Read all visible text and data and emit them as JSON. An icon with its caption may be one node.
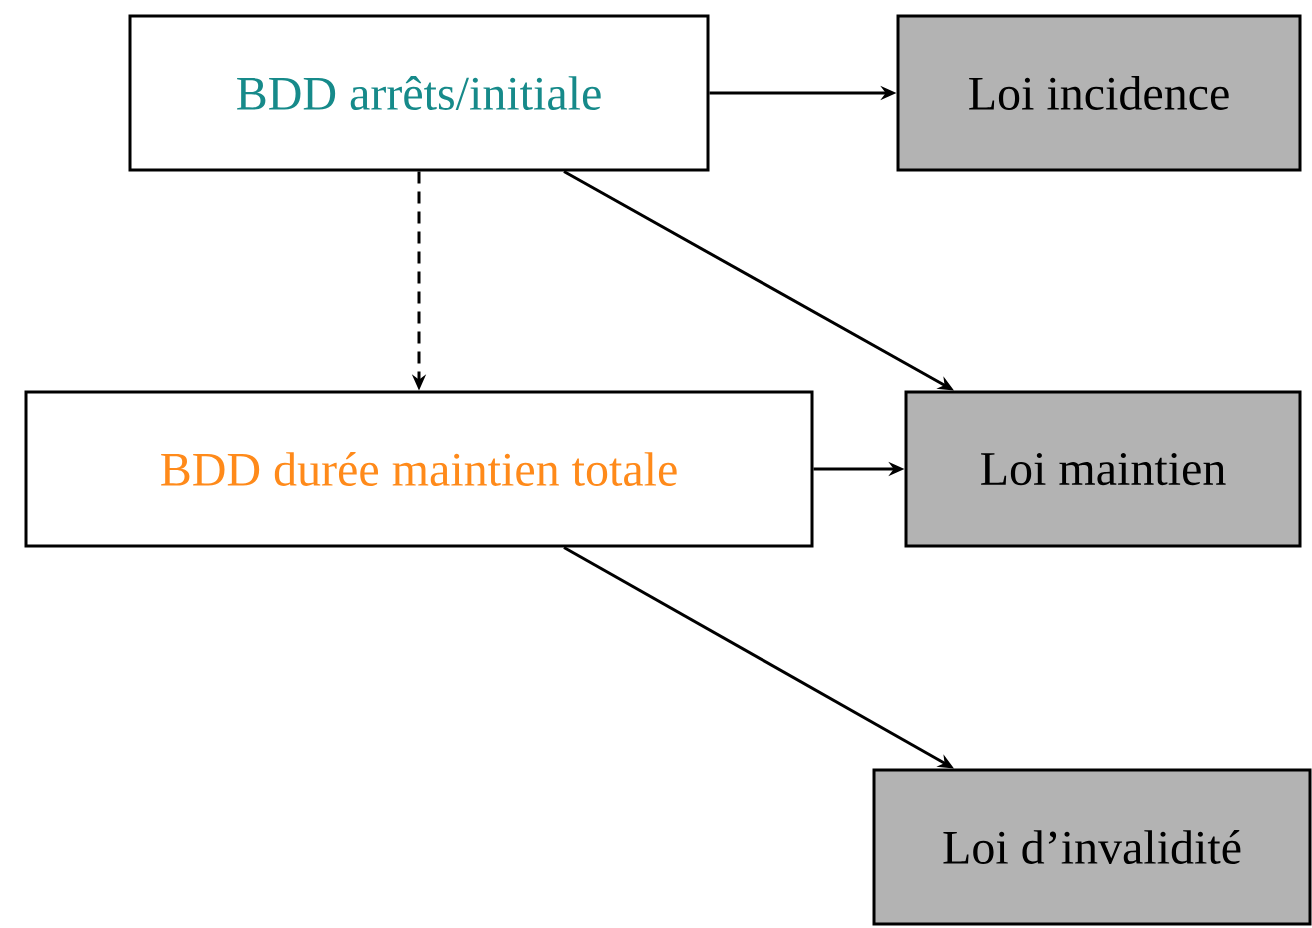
{
  "diagram": {
    "nodes": [
      {
        "text": [
          "BDD arrêts/initiale"
        ]
      },
      {
        "text": [
          "Loi incidence"
        ]
      },
      {
        "text": [
          "BDD durée maintien totale"
        ]
      },
      {
        "text": [
          "Loi maintien"
        ]
      },
      {
        "text": [
          "Loi d’invalidité"
        ]
      }
    ],
    "edges": [
      {
        "from": 0,
        "to": 1,
        "arrow": "to"
      },
      {
        "from": 0,
        "to": 2,
        "arrow": "to",
        "style": "dashed"
      },
      {
        "from": 0,
        "to": 3,
        "arrow": "to"
      },
      {
        "from": 2,
        "to": 3,
        "arrow": "to"
      },
      {
        "from": 2,
        "to": 4,
        "arrow": "to"
      }
    ]
  }
}
